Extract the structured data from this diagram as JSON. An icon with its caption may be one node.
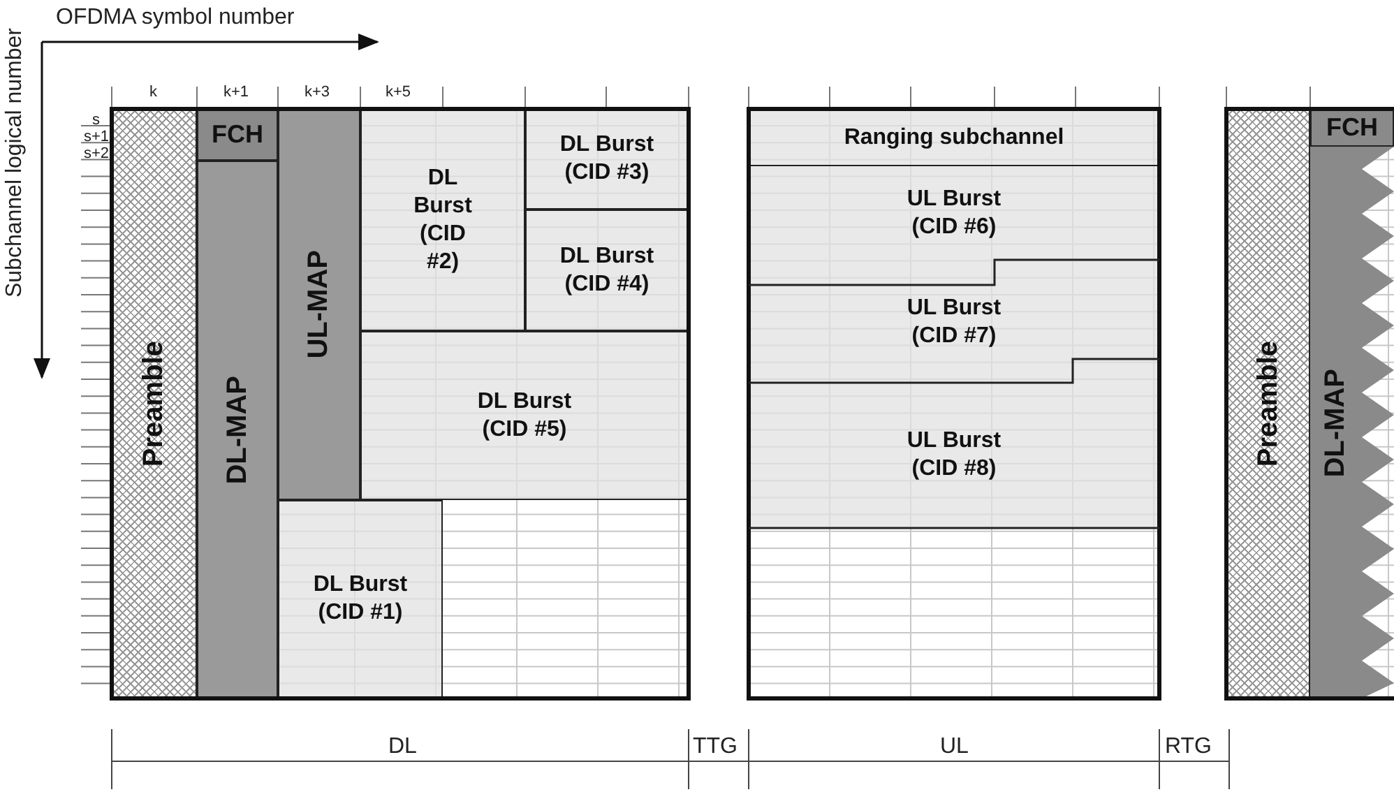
{
  "diagram": {
    "nodes": [
      {
        "text": [
          "Preamble"
        ]
      },
      {
        "text": [
          "FCH"
        ]
      },
      {
        "text": [
          "DL-MAP"
        ]
      },
      {
        "text": [
          "UL-MAP"
        ]
      },
      {
        "text": [
          "DL Burst (CID #2)"
        ]
      },
      {
        "text": [
          "DL Burst (CID #3)"
        ]
      },
      {
        "text": [
          "DL Burst (CID #4)"
        ]
      },
      {
        "text": [
          "DL Burst (CID #5)"
        ]
      },
      {
        "text": [
          "DL Burst (CID #1)"
        ]
      },
      {
        "text": [
          "Ranging subchannel"
        ]
      },
      {
        "text": [
          "UL Burst (CID #6)"
        ]
      },
      {
        "text": [
          "UL Burst (CID #7)"
        ]
      },
      {
        "text": [
          "UL Burst (CID #8)"
        ]
      },
      {
        "text": [
          "Preamble"
        ]
      },
      {
        "text": [
          "FCH"
        ]
      },
      {
        "text": [
          "DL-MAP"
        ]
      }
    ],
    "edges": [],
    "labels": [
      "OFDMA symbol number",
      "Subchannel logical number",
      "k",
      "k+1",
      "k+3",
      "k+5",
      "s",
      "s+1",
      "s+2",
      "DL",
      "TTG",
      "UL",
      "RTG"
    ]
  }
}
